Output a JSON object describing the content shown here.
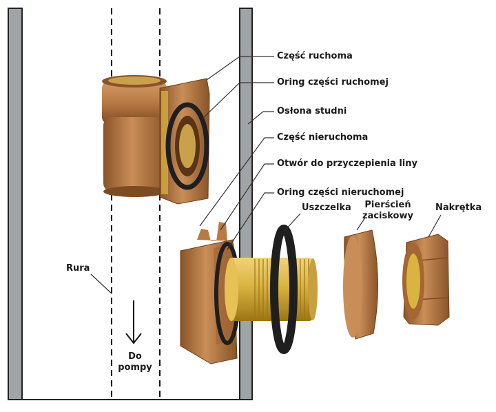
{
  "labels": {
    "czesc_ruchoma": "Część ruchoma",
    "oring_ruchomej": "Oring części ruchomej",
    "oslona_studni": "Osłona studni",
    "czesc_nieruchoma": "Część nieruchoma",
    "otwor_liny": "Otwór do przyczepienia liny",
    "oring_nieruchomej": "Oring części nieruchomej",
    "uszczelka": "Uszczelka",
    "pierscien_l1": "Pierścień",
    "pierscien_l2": "zaciskowy",
    "nakretka": "Nakrętka",
    "rura": "Rura",
    "do": "Do",
    "pompy": "pompy"
  },
  "colors": {
    "casing": "#a0a4a6",
    "bronze": "#b87a45",
    "bronze_dark": "#7e4a22",
    "brass": "#d9b440",
    "brass_dark": "#a78218",
    "oring": "#1f1f1f",
    "line": "#333333"
  },
  "icons": [
    "arrow-down-icon"
  ]
}
